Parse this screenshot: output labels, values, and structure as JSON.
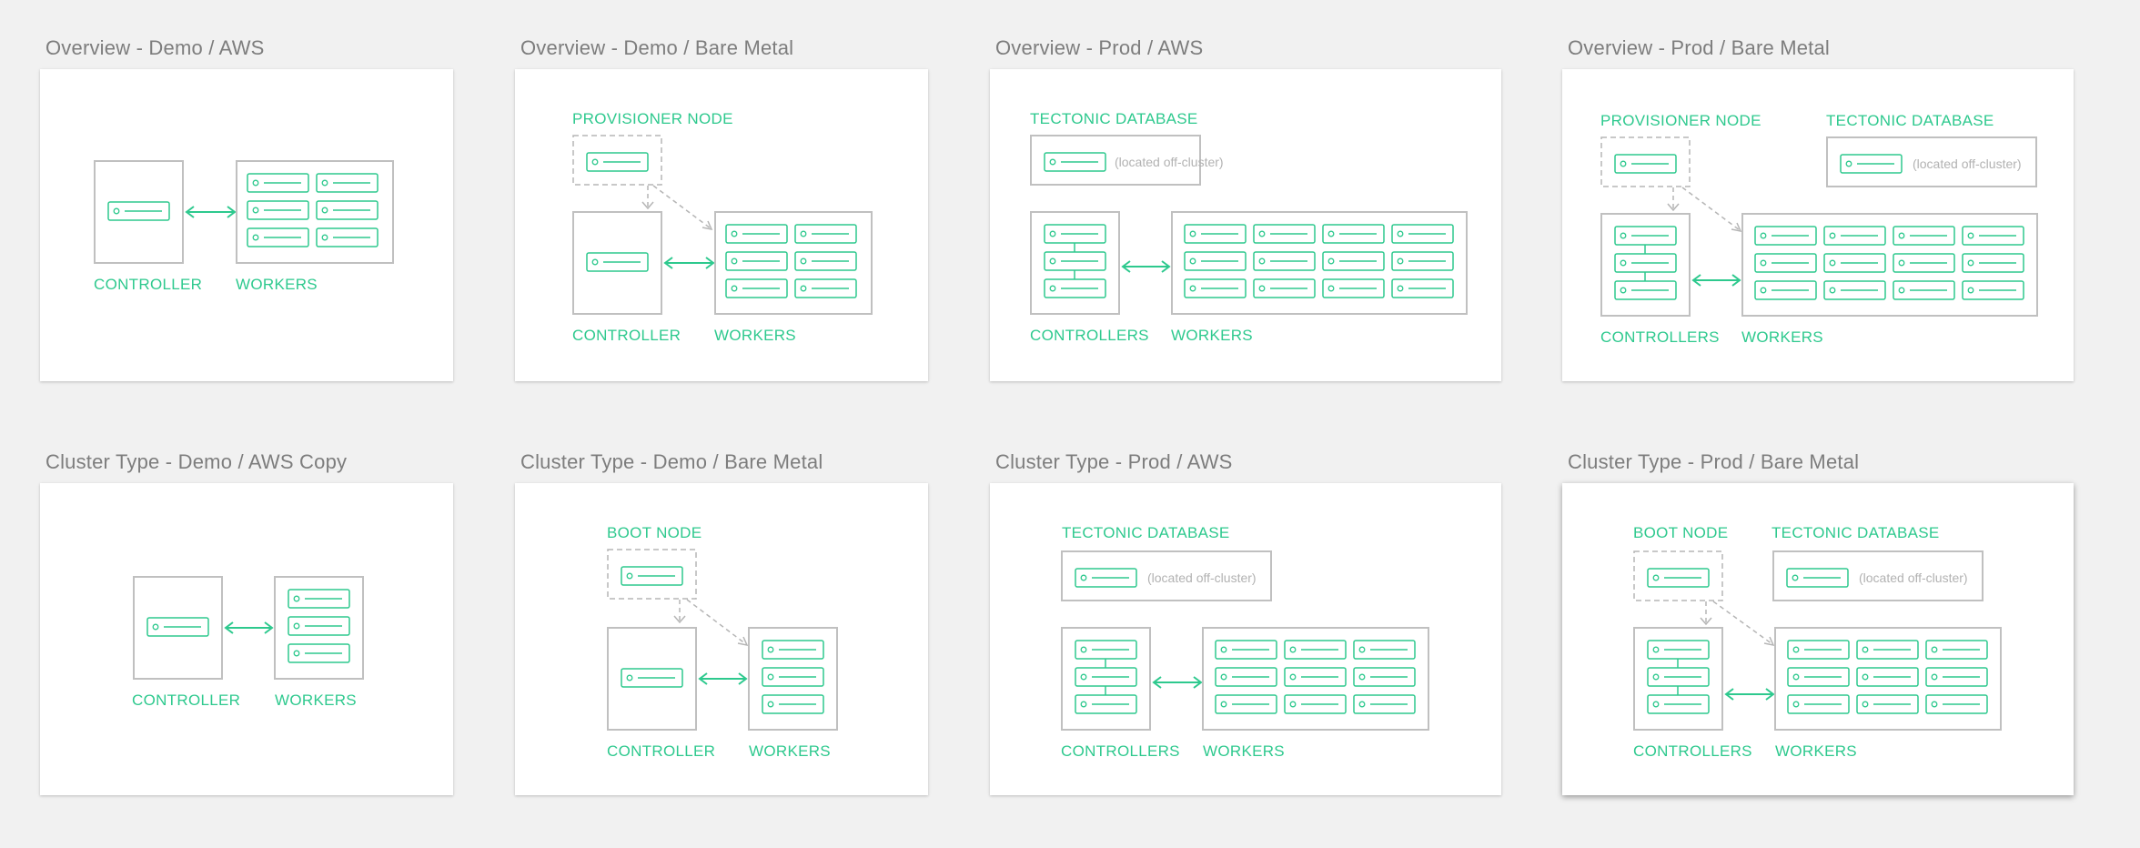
{
  "colors": {
    "accent": "#2ec98e",
    "box_outline": "#c0c0c0",
    "canvas": "#f1f1f1",
    "title": "#7d7d7d"
  },
  "artboards": [
    {
      "title": "Overview - Demo / AWS",
      "labels": {
        "controller": "CONTROLLER",
        "workers": "WORKERS"
      }
    },
    {
      "title": "Overview - Demo / Bare Metal",
      "labels": {
        "extra_node": "PROVISIONER NODE",
        "controller": "CONTROLLER",
        "workers": "WORKERS"
      }
    },
    {
      "title": "Overview - Prod / AWS",
      "labels": {
        "database": "TECTONIC DATABASE",
        "database_note": "(located off-cluster)",
        "controller": "CONTROLLERS",
        "workers": "WORKERS"
      }
    },
    {
      "title": "Overview - Prod / Bare Metal",
      "labels": {
        "extra_node": "PROVISIONER NODE",
        "database": "TECTONIC DATABASE",
        "database_note": "(located off-cluster)",
        "controller": "CONTROLLERS",
        "workers": "WORKERS"
      }
    },
    {
      "title": "Cluster Type - Demo / AWS Copy",
      "labels": {
        "controller": "CONTROLLER",
        "workers": "WORKERS"
      }
    },
    {
      "title": "Cluster Type - Demo / Bare Metal",
      "labels": {
        "extra_node": "BOOT NODE",
        "controller": "CONTROLLER",
        "workers": "WORKERS"
      }
    },
    {
      "title": "Cluster Type - Prod / AWS",
      "labels": {
        "database": "TECTONIC DATABASE",
        "database_note": "(located off-cluster)",
        "controller": "CONTROLLERS",
        "workers": "WORKERS"
      }
    },
    {
      "title": "Cluster Type - Prod / Bare Metal",
      "labels": {
        "extra_node": "BOOT NODE",
        "database": "TECTONIC DATABASE",
        "database_note": "(located off-cluster)",
        "controller": "CONTROLLERS",
        "workers": "WORKERS"
      }
    }
  ]
}
